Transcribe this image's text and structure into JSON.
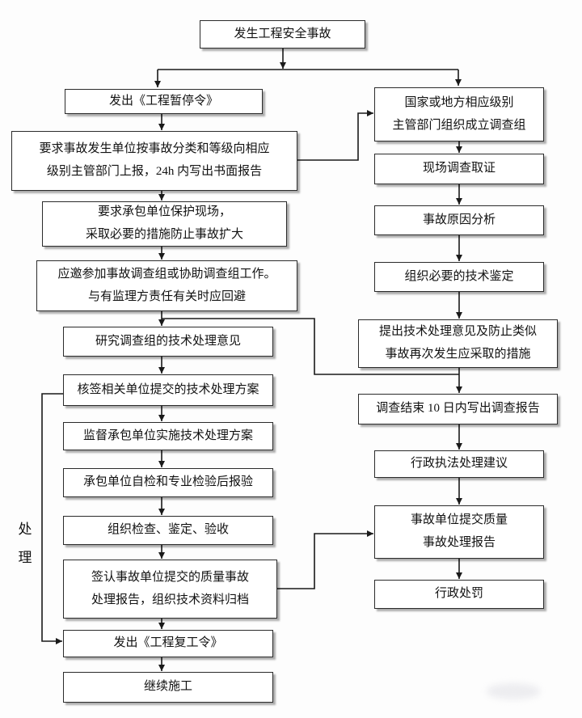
{
  "diagram_type": "flowchart",
  "language": "zh-CN",
  "nodes": {
    "start": {
      "text": "发生工程安全事故"
    },
    "issue_suspension": {
      "text": "发出《工程暂停令》"
    },
    "report_24h": {
      "text": "要求事故发生单位按事故分类和等级向相应\n级别主管部门上报，24h 内写出书面报告"
    },
    "protect_site": {
      "text": "要求承包单位保护现场，\n采取必要的措施防止事故扩大"
    },
    "join_investigation": {
      "text": "应邀参加事故调查组或协助调查组工作。\n与有监理方责任有关时应回避"
    },
    "study_opinions": {
      "text": "研究调查组的技术处理意见"
    },
    "countersign_plan": {
      "text": "核签相关单位提交的技术处理方案"
    },
    "supervise_implementation": {
      "text": "监督承包单位实施技术处理方案"
    },
    "contractor_inspection": {
      "text": "承包单位自检和专业检验后报验"
    },
    "organize_acceptance": {
      "text": "组织检查、鉴定、验收"
    },
    "countersign_report": {
      "text": "签认事故单位提交的质量事故\n处理报告，组织技术资料归档"
    },
    "issue_resumption": {
      "text": "发出《工程复工令》"
    },
    "continue_construction": {
      "text": "继续施工"
    },
    "org_investigation_team": {
      "text": "国家或地方相应级别\n主管部门组织成立调查组"
    },
    "site_investigation": {
      "text": "现场调查取证"
    },
    "cause_analysis": {
      "text": "事故原因分析"
    },
    "technical_appraisal": {
      "text": "组织必要的技术鉴定"
    },
    "propose_measures": {
      "text": "提出技术处理意见及防止类似\n事故再次发生应采取的措施"
    },
    "investigation_report": {
      "text": "调查结束 10 日内写出调查报告"
    },
    "law_enforcement_advice": {
      "text": "行政执法处理建议"
    },
    "submit_report": {
      "text": "事故单位提交质量\n事故处理报告"
    },
    "administrative_penalty": {
      "text": "行政处罚"
    }
  },
  "side_label": {
    "text": "处\n理"
  },
  "colors": {
    "background": "#fdfdfd",
    "box_background": "#ffffff",
    "box_border": "#2b2b2b",
    "line": "#1a1a1a",
    "shadow": "rgba(0,0,0,0.32)"
  }
}
